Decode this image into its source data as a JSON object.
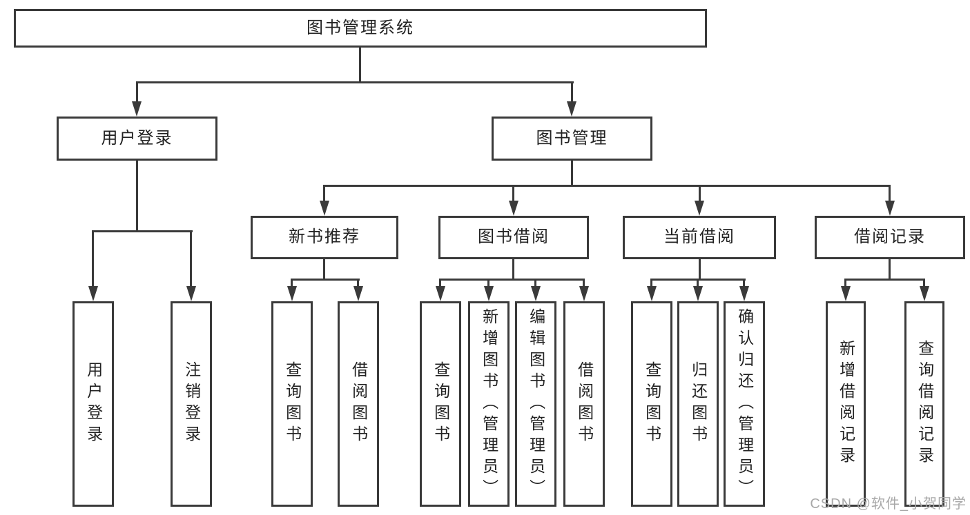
{
  "diagram": {
    "title": "图书管理系统",
    "branches": [
      "用户登录",
      "图书管理"
    ],
    "modules": [
      "新书推荐",
      "图书借阅",
      "当前借阅",
      "借阅记录"
    ],
    "leaves": {
      "login": [
        "用户登录",
        "注销登录"
      ],
      "new_book": [
        "查询图书",
        "借阅图书"
      ],
      "book_borrow": [
        "查询图书",
        "新增图书（管理员）",
        "编辑图书（管理员）",
        "借阅图书"
      ],
      "current_borrow": [
        "查询图书",
        "归还图书",
        "确认归还（管理员）"
      ],
      "borrow_records": [
        "新增借阅记录",
        "查询借阅记录"
      ]
    }
  },
  "watermark": "CSDN @软件_小贺同学",
  "colors": {
    "line": "#3a3a3a",
    "text": "#222222",
    "watermark": "#a8a8a8",
    "background": "#ffffff"
  }
}
